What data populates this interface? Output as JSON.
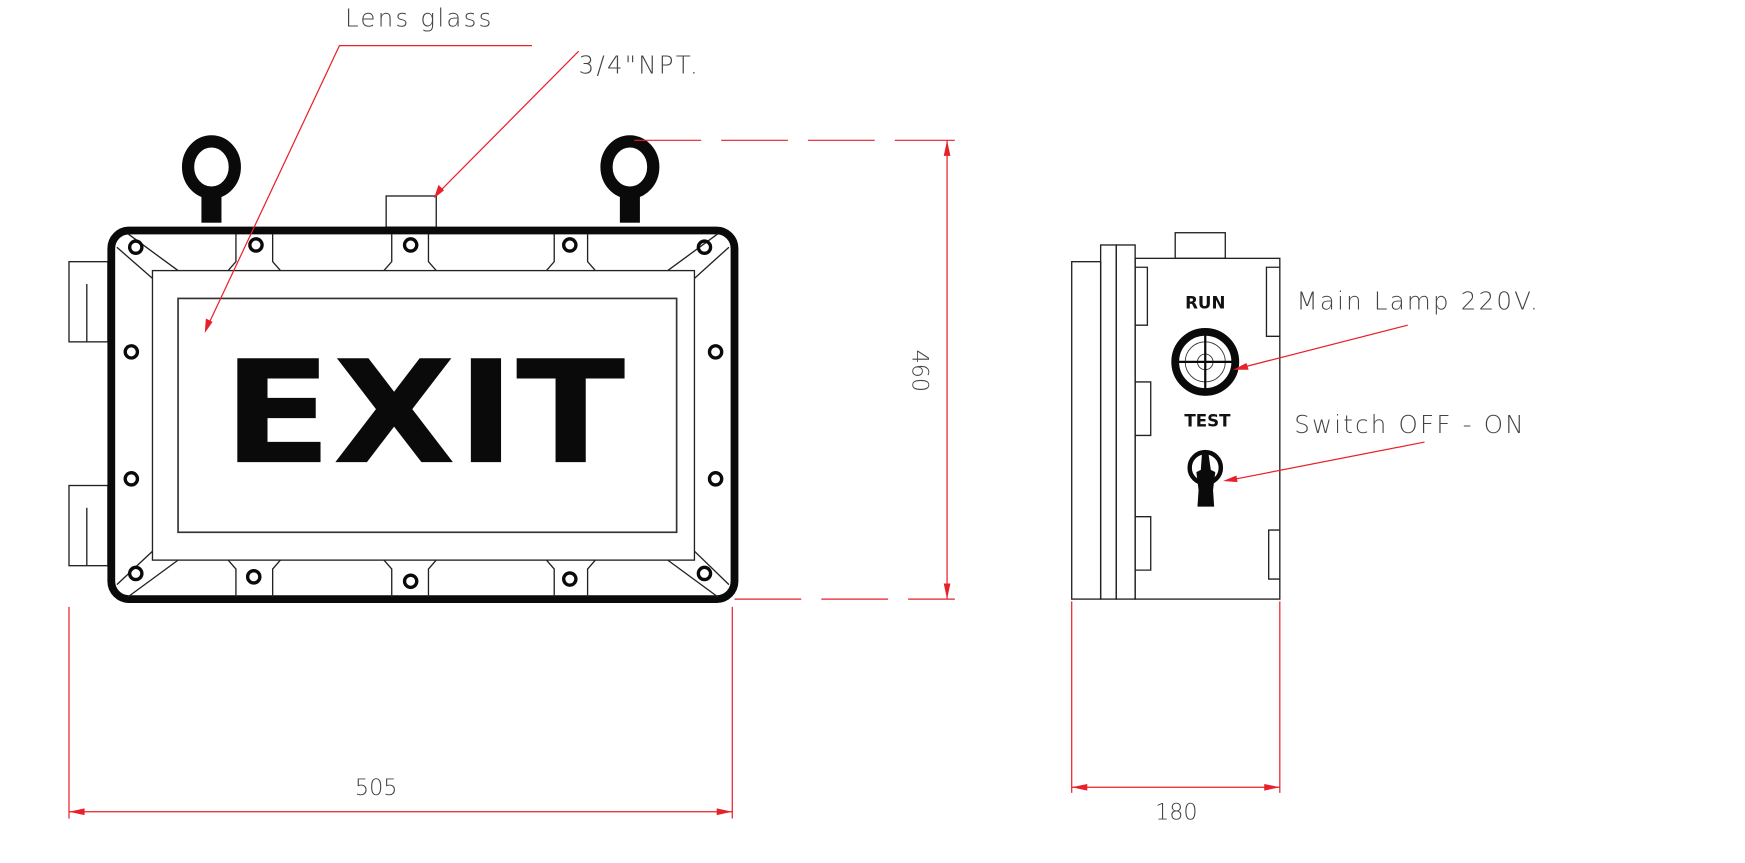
{
  "front_view": {
    "sign_text": "EXIT",
    "callout_lens": "Lens glass",
    "callout_npt": "3/4\"NPT.",
    "width_dimension": "505",
    "height_dimension": "460"
  },
  "side_view": {
    "run_label": "RUN",
    "test_label": "TEST",
    "callout_lamp": "Main Lamp 220V.",
    "callout_switch": "Switch OFF - ON",
    "depth_dimension": "180"
  },
  "colors": {
    "dimension": "#e8202a",
    "outline": "#111111"
  }
}
